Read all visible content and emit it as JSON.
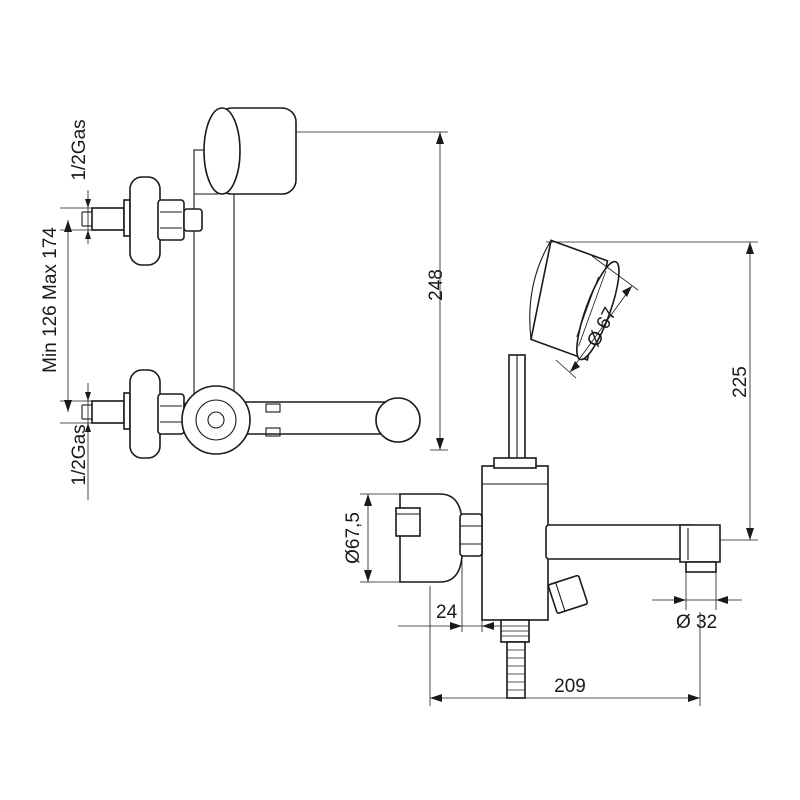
{
  "labels": {
    "height_overall": "248",
    "height_spout": "225",
    "width_total": "209",
    "inlet_offset": "24",
    "handshower_dia": "Ø 67",
    "flange_dia": "Ø67,5",
    "outlet_dia": "Ø 32",
    "centres": "Min 126 Max 174",
    "thread_top": "1/2Gas",
    "thread_bottom": "1/2Gas"
  }
}
